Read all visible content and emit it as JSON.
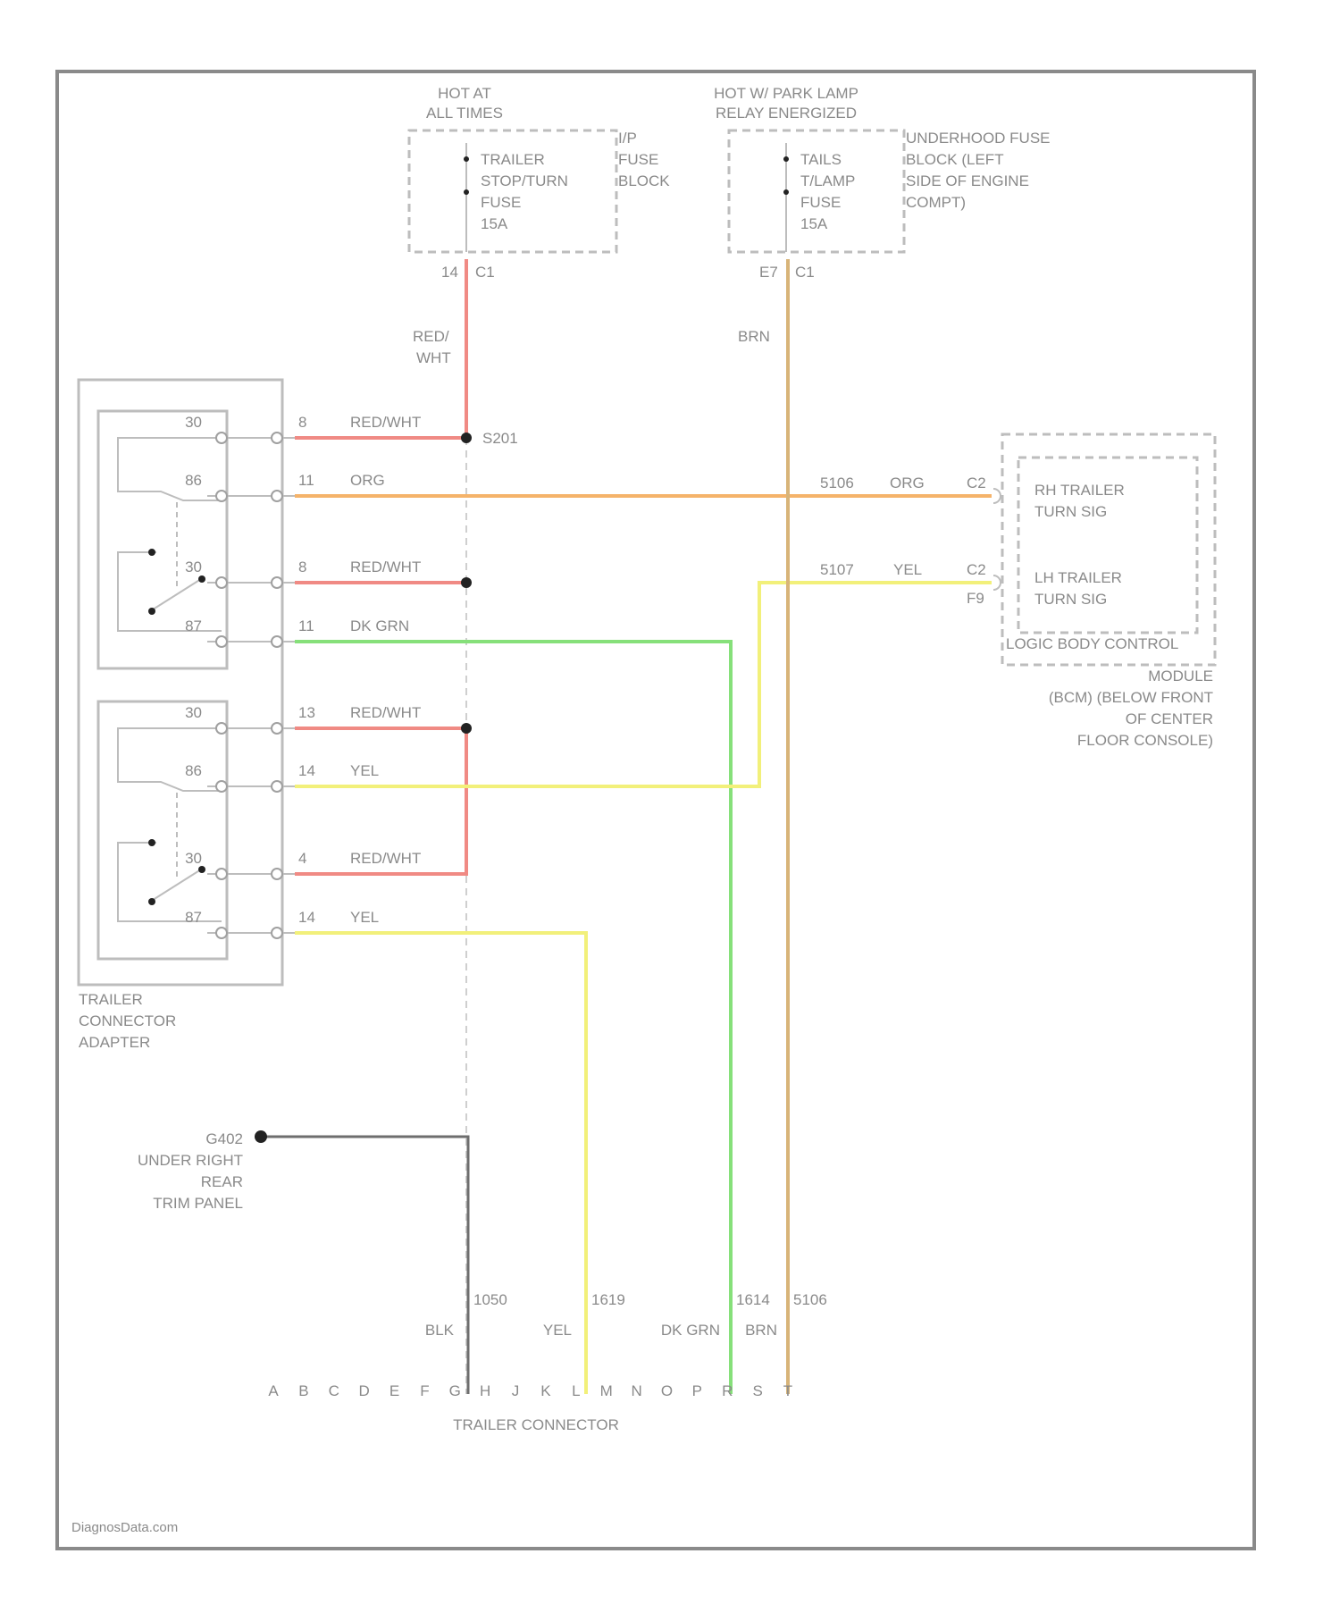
{
  "fuse_top_left": {
    "supply": [
      "HOT AT",
      "ALL TIMES"
    ],
    "fuse": [
      "TRAILER",
      "STOP/TURN",
      "FUSE",
      "15A"
    ],
    "block": [
      "I/P",
      "FUSE",
      "BLOCK"
    ],
    "pins": [
      "14",
      "C1"
    ]
  },
  "fuse_top_right": {
    "supply": [
      "HOT W/ PARK LAMP",
      "RELAY ENERGIZED"
    ],
    "fuse": [
      "TAILS",
      "T/LAMP",
      "FUSE",
      "15A"
    ],
    "block": [
      "UNDERHOOD FUSE",
      "BLOCK (LEFT",
      "SIDE OF ENGINE",
      "COMPT)"
    ],
    "pins": [
      "E7",
      "C1"
    ]
  },
  "vertical_wires": {
    "red_wht": [
      "RED/",
      "WHT"
    ],
    "brn": "BRN"
  },
  "splice": "S201",
  "adapter": {
    "label": [
      "TRAILER",
      "CONNECTOR",
      "ADAPTER"
    ],
    "relay_pins": [
      "30",
      "86",
      "30",
      "87",
      "30",
      "86",
      "30",
      "87"
    ],
    "connector_pins": [
      "8",
      "11",
      "8",
      "11",
      "13",
      "14",
      "4",
      "14"
    ],
    "wire_colors": [
      "RED/WHT",
      "ORG",
      "RED/WHT",
      "DK GRN",
      "RED/WHT",
      "YEL",
      "RED/WHT",
      "YEL"
    ]
  },
  "module": {
    "rh_circuit": "5106",
    "rh_color": "ORG",
    "rh_pin": "C2",
    "rh_label": [
      "RH TRAILER",
      "TURN SIG"
    ],
    "lh_circuit": "5107",
    "lh_color": "YEL",
    "lh_pin": "C2",
    "lh_pin2": "F9",
    "lh_label": [
      "LH TRAILER",
      "TURN SIG"
    ],
    "title": "LOGIC BODY CONTROL",
    "desc": [
      "MODULE",
      "(BCM) (BELOW FRONT",
      "OF CENTER",
      "FLOOR CONSOLE)"
    ]
  },
  "ground": {
    "id": "G402",
    "desc": [
      "UNDER RIGHT",
      "REAR",
      "TRIM PANEL"
    ]
  },
  "bottom": {
    "circuits": [
      "1050",
      "1619",
      "1614",
      "5106"
    ],
    "colors": [
      "BLK",
      "YEL",
      "DK GRN",
      "BRN"
    ],
    "pins": [
      "A",
      "B",
      "C",
      "D",
      "E",
      "F",
      "G",
      "H",
      "J",
      "K",
      "L",
      "M",
      "N",
      "O",
      "P",
      "R",
      "S",
      "T"
    ],
    "connector_label": "TRAILER CONNECTOR"
  },
  "watermark": "DiagnosData.com",
  "colors": {
    "red_wht": "#f08a84",
    "org": "#f5b36a",
    "yel": "#f2f07a",
    "dk_grn": "#86e07a",
    "brn": "#d8b479",
    "blk": "#6e6e6e"
  }
}
